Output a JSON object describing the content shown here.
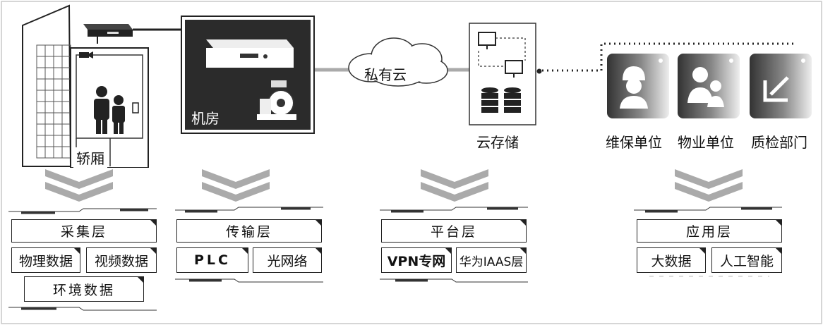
{
  "labels": {
    "car": "轿厢",
    "machine_room": "机房",
    "private_cloud": "私有云",
    "cloud_storage": "云存储",
    "maintenance": "维保单位",
    "property": "物业单位",
    "quality": "质检部门"
  },
  "layers": {
    "collect": {
      "title": "采集层",
      "items": [
        "物理数据",
        "视频数据",
        "环境数据"
      ]
    },
    "transmit": {
      "title": "传输层",
      "items": [
        "PLC",
        "光网络"
      ]
    },
    "platform": {
      "title": "平台层",
      "items": [
        "VPN专网",
        "华为IAAS层"
      ]
    },
    "application": {
      "title": "应用层",
      "items": [
        "大数据",
        "人工智能"
      ]
    }
  },
  "icons": {
    "building": "building-icon",
    "dvr": "dvr-recorder-icon",
    "camera": "camera-icon",
    "people": "people-icon",
    "server": "server-icon",
    "traction": "traction-machine-icon",
    "cloud": "cloud-icon",
    "monitor": "monitor-icon",
    "database": "database-icon",
    "worker": "worker-icon",
    "users": "users-icon",
    "inspection": "inspection-icon",
    "chevron": "chevron-down-icon"
  },
  "colors": {
    "dark": "#2b2b2b",
    "line": "#222222",
    "chevron": "#aaaaaa"
  }
}
